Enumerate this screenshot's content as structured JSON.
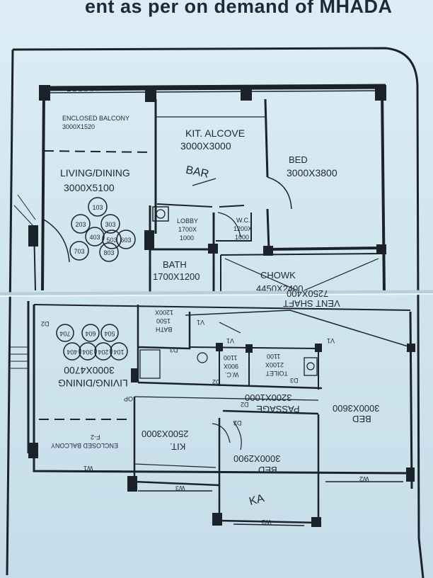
{
  "heading": "ent as per on demand of MHADA",
  "upper_plan": {
    "enclosed_balcony": {
      "name": "ENCLOSED BALCONY",
      "size": "3000X1520"
    },
    "kit_alcove": {
      "name": "KIT. ALCOVE",
      "size": "3000X3000"
    },
    "bar_note": "BAR",
    "bed": {
      "name": "BED",
      "size": "3000X3800"
    },
    "living": {
      "name": "LIVING/DINING",
      "size": "3000X5100"
    },
    "lobby": {
      "name": "LOBBY",
      "size_a": "1700X",
      "size_b": "1000"
    },
    "wc": {
      "name": "W.C.",
      "size_a": "1200X",
      "size_b": "1000"
    },
    "bath": {
      "name": "BATH",
      "size": "1700X1200"
    },
    "chowk": {
      "name": "CHOWK",
      "size": "4450X2400"
    },
    "flat_numbers": [
      "103",
      "203",
      "303",
      "403",
      "503",
      "603",
      "703",
      "803"
    ]
  },
  "lower_plan": {
    "vent_shaft": {
      "name": "VENT SHAFT",
      "size": "7250X400"
    },
    "bath": {
      "name": "BATH",
      "size_a": "1500",
      "size_b": "1200X"
    },
    "living": {
      "name": "LIVING/DINING",
      "size": "3000X4700"
    },
    "flat_numbers": [
      "104",
      "204",
      "304",
      "404",
      "504",
      "604",
      "704"
    ],
    "toilet": {
      "name": "TOILET",
      "size_a": "2100X",
      "size_b": "1100"
    },
    "wc": {
      "name": "W.C.",
      "size_a": "900X",
      "size_b": "1100"
    },
    "passage": {
      "name": "PASSAGE",
      "size": "3200X1000"
    },
    "bed_right": {
      "name": "BED",
      "size": "3000X3600"
    },
    "kit": {
      "name": "KIT.",
      "size": "2500X3000"
    },
    "enclosed_balcony": {
      "name": "ENCLOSED BALCONY",
      "code": "F-2"
    },
    "bed_bottom": {
      "name": "BED",
      "size": "3000X2900"
    },
    "door_codes": [
      "D2",
      "D2",
      "D3",
      "D3",
      "D2",
      "D2",
      "OP"
    ],
    "window_codes": [
      "V1",
      "V1",
      "V1",
      "W1",
      "W3",
      "W2",
      "W2"
    ],
    "handwritten_note": "KA"
  }
}
